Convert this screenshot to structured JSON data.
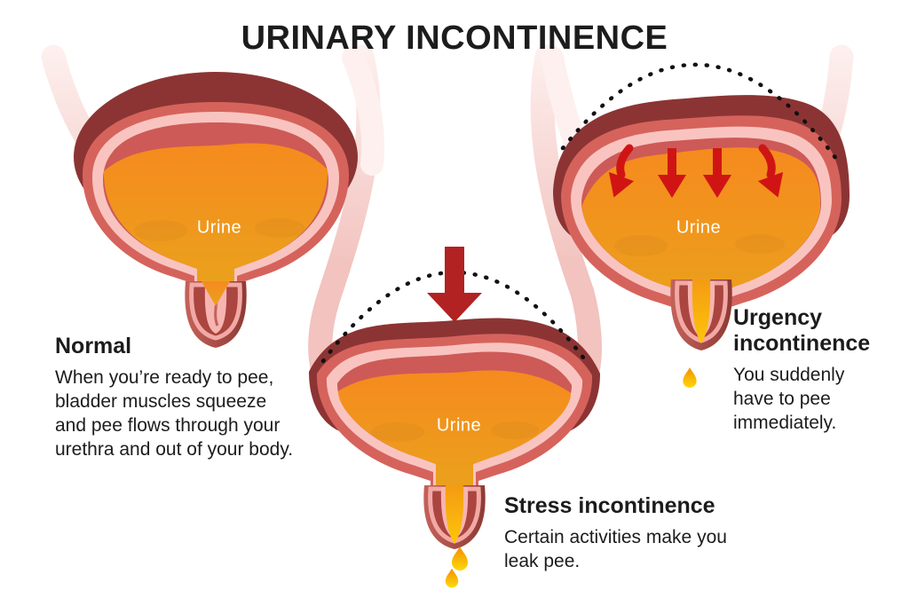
{
  "title": "URINARY INCONTINENCE",
  "bladders": {
    "normal": {
      "heading": "Normal",
      "description_lines": [
        "When you’re ready to pee,",
        "bladder muscles squeeze",
        "and pee flows through your",
        "urethra and out of your body."
      ],
      "urine_label": "Urine"
    },
    "stress": {
      "heading": "Stress incontinence",
      "description_lines": [
        "Certain activities make you",
        "leak pee."
      ],
      "urine_label": "Urine"
    },
    "urgency": {
      "heading_lines": [
        "Urgency",
        "incontinence"
      ],
      "description_lines": [
        "You suddenly",
        "have to pee",
        "immediately."
      ],
      "urine_label": "Urine"
    }
  },
  "colors": {
    "bladder_muscle_maroon": "#8c3434",
    "bladder_body_red": "#d5635c",
    "bladder_lining_pink": "#f9c4c0",
    "bladder_inner_red": "#cd5a57",
    "urine_orange_top": "#f68a1e",
    "urine_orange_bottom": "#e9a31c",
    "ureter_pink": "#f2c3bf",
    "stress_arrow_red": "#b32222",
    "urgency_arrow_red": "#d01414",
    "drop_yellow": "#ffd80a",
    "text_black": "#1c1c1c"
  }
}
